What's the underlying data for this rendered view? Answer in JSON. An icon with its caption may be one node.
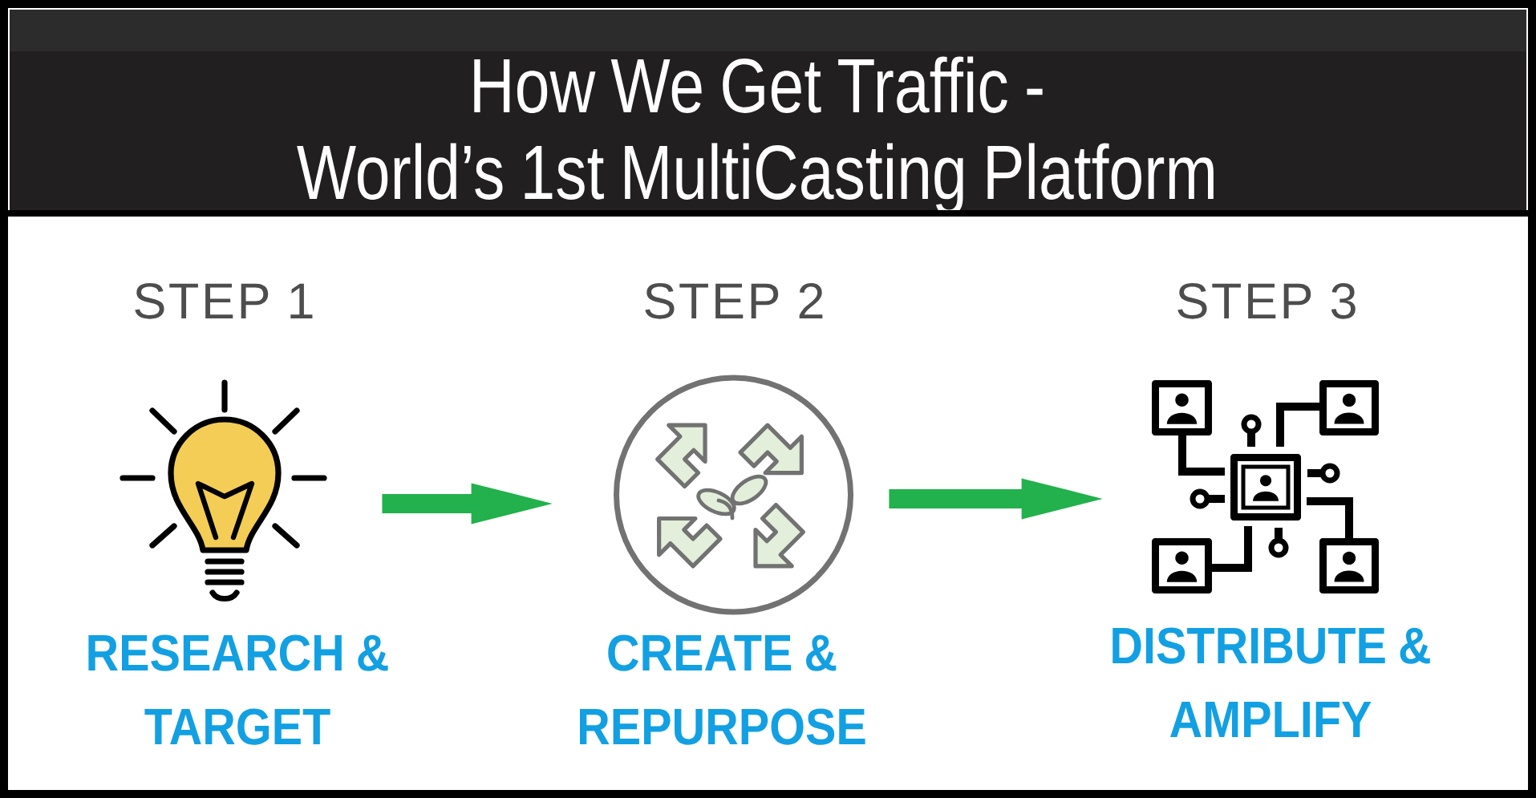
{
  "diagram": {
    "title": "How We Get Traffic - World’s 1st MultiCasting Platform",
    "nodes": [
      {
        "text": [],
        "shape": "picture",
        "beside": [
          "STEP 1",
          "RESEARCH & TARGET"
        ]
      },
      {
        "text": [],
        "shape": "picture",
        "beside": [
          "STEP 2",
          "CREATE & REPURPOSE"
        ]
      },
      {
        "text": [],
        "shape": "picture",
        "beside": [
          "STEP 3",
          "DISTRIBUTE & AMPLIFY"
        ]
      }
    ],
    "edges": [
      {
        "from": 0,
        "to": 1,
        "arrow": "to"
      },
      {
        "from": 1,
        "to": 2,
        "arrow": "to"
      }
    ]
  }
}
